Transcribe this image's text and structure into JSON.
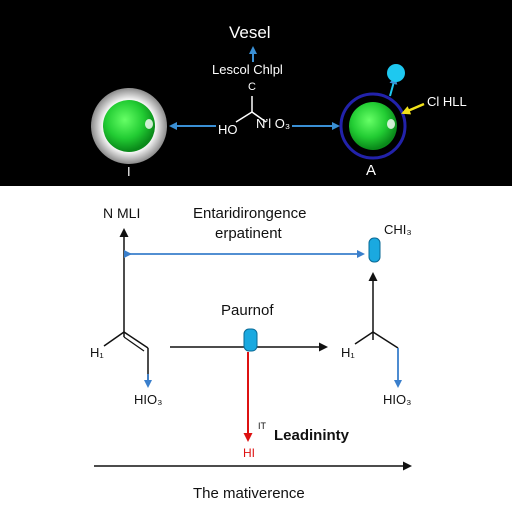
{
  "top_panel": {
    "title": "Vesel",
    "molecule_line1": "Lescol Chlpl",
    "molecule_line2": "C",
    "left_group": "HO",
    "right_group": "N’l O₃",
    "side_label": "Cl HLL",
    "left_node_caption": "I",
    "right_node_caption": "A",
    "colors": {
      "background": "#000000",
      "node_green": "#22cc33",
      "arrow_blue": "#3a8fd4",
      "accent_cyan": "#1ec8f0",
      "accent_yellow": "#f2e21a",
      "ring_navy": "#2222aa"
    }
  },
  "bottom_panel": {
    "y_axis_label": "N MLI",
    "header_line1": "Entaridirongence",
    "header_line2": "erpatinent",
    "right_top_label": "CHI₃",
    "center_label": "Paurnof",
    "left_branch_label": "H₁",
    "left_product": "HIO₃",
    "right_branch_label": "H₁",
    "right_product": "HIO₃",
    "red_arrow_label": "HI",
    "emphasis_superscript": "IT",
    "emphasis_label": "Leadininty",
    "footer": "The mativerence",
    "colors": {
      "arrow_blue": "#3a7fcc",
      "arrow_red": "#dd1111",
      "capsule_cyan": "#1aa9e0",
      "ink": "#111111"
    }
  }
}
